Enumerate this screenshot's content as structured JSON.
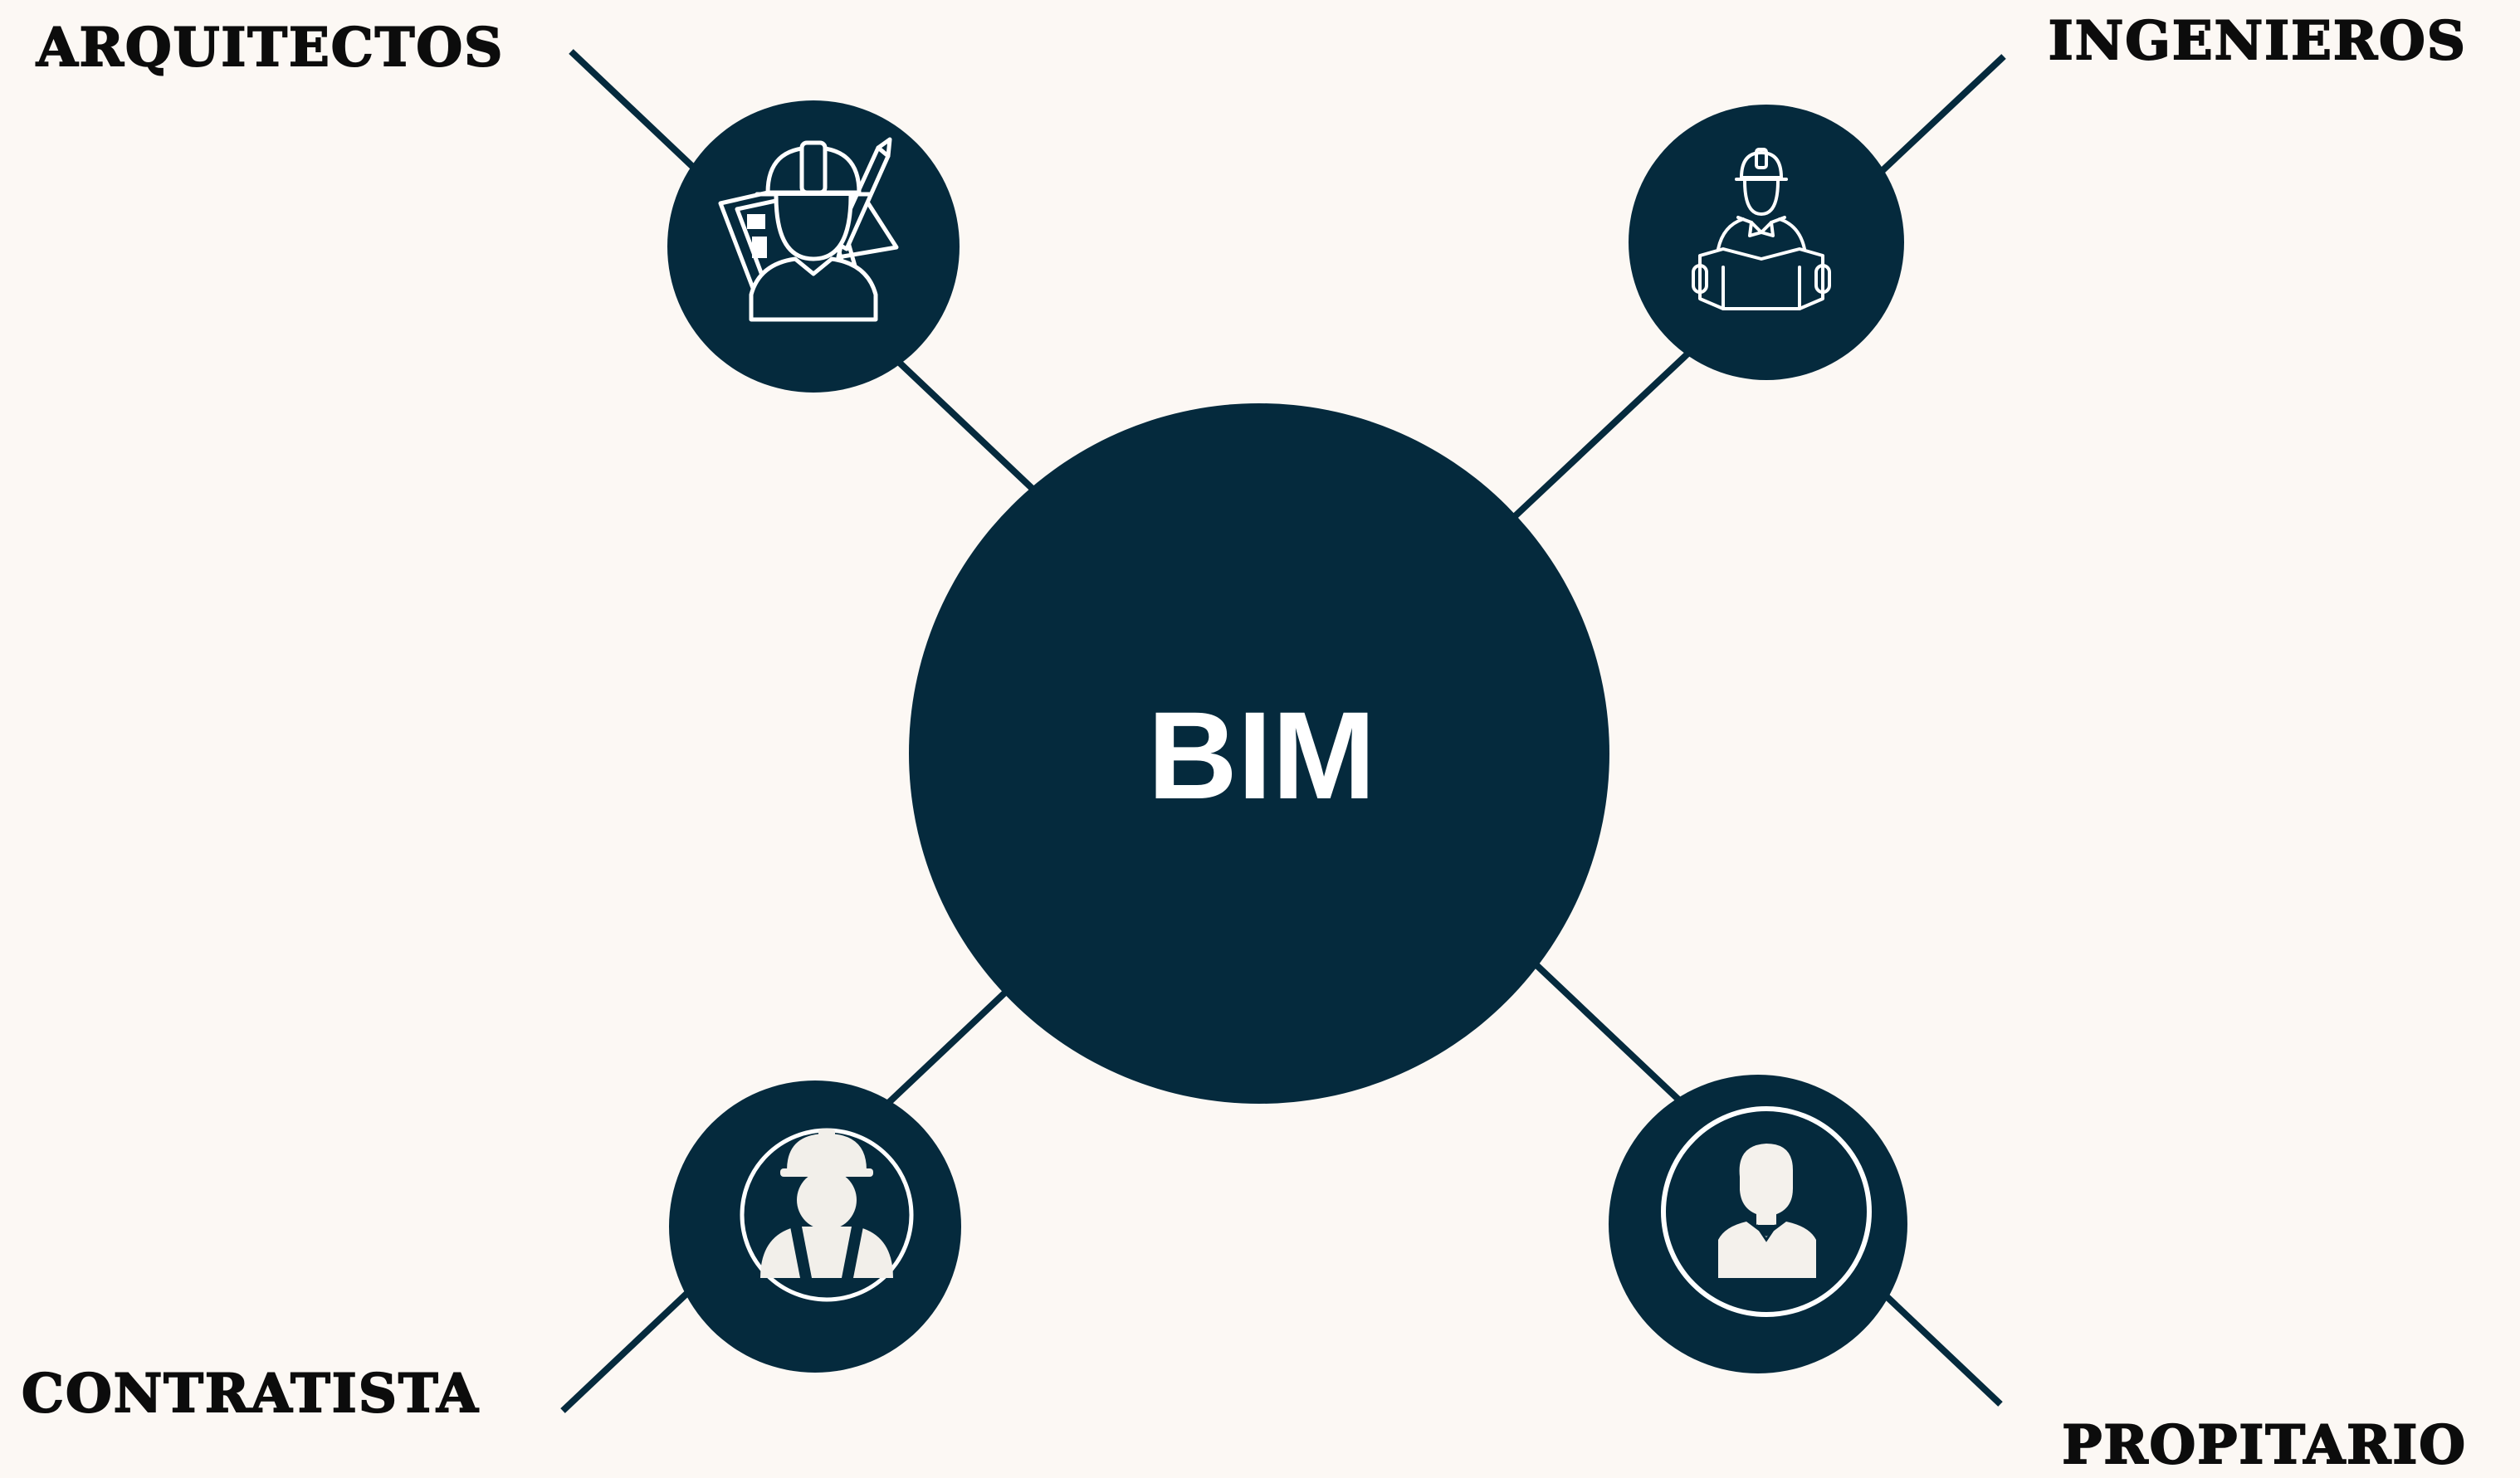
{
  "colors": {
    "background": "#fcf8f4",
    "node_fill": "#052a3d",
    "connector": "#052a3d",
    "icon_stroke": "#ffffff",
    "label_text": "#0c0c0c"
  },
  "center": {
    "label": "BIM"
  },
  "roles": [
    {
      "id": "arquitectos",
      "label": "ARQUITECTOS",
      "icon": "architect-icon"
    },
    {
      "id": "ingenieros",
      "label": "INGENIEROS",
      "icon": "engineer-icon"
    },
    {
      "id": "contratista",
      "label": "CONTRATISTA",
      "icon": "contractor-icon"
    },
    {
      "id": "propitario",
      "label": "PROPITARIO",
      "icon": "owner-icon"
    }
  ]
}
